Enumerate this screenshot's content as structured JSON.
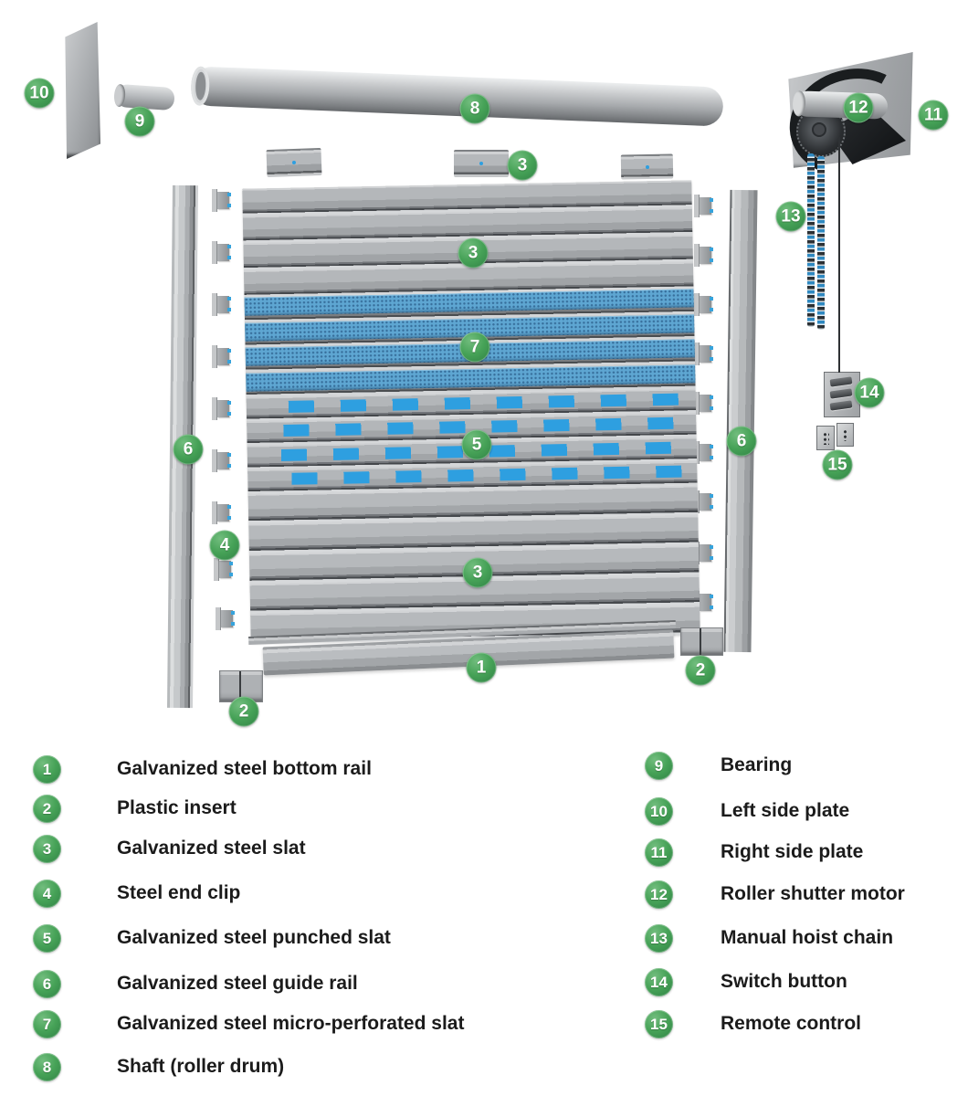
{
  "diagram": {
    "callouts": [
      {
        "part": "left-side-plate",
        "num": "10"
      },
      {
        "part": "bearing",
        "num": "9"
      },
      {
        "part": "shaft",
        "num": "8"
      },
      {
        "part": "slat-sample",
        "num": "3"
      },
      {
        "part": "slat-upper",
        "num": "3"
      },
      {
        "part": "micro-perforated-slat",
        "num": "7"
      },
      {
        "part": "punched-slat",
        "num": "5"
      },
      {
        "part": "slat-lower",
        "num": "3"
      },
      {
        "part": "end-clip",
        "num": "4"
      },
      {
        "part": "guide-rail-left",
        "num": "6"
      },
      {
        "part": "guide-rail-right",
        "num": "6"
      },
      {
        "part": "bottom-rail",
        "num": "1"
      },
      {
        "part": "plastic-insert-left",
        "num": "2"
      },
      {
        "part": "plastic-insert-right",
        "num": "2"
      },
      {
        "part": "roller-shutter-motor",
        "num": "12"
      },
      {
        "part": "right-side-plate",
        "num": "11"
      },
      {
        "part": "manual-hoist-chain",
        "num": "13"
      },
      {
        "part": "switch-button",
        "num": "14"
      },
      {
        "part": "remote-control",
        "num": "15"
      }
    ]
  },
  "legend": {
    "left": [
      {
        "num": "1",
        "label": "Galvanized steel bottom rail"
      },
      {
        "num": "2",
        "label": "Plastic insert"
      },
      {
        "num": "3",
        "label": "Galvanized steel slat"
      },
      {
        "num": "4",
        "label": "Steel end clip"
      },
      {
        "num": "5",
        "label": "Galvanized steel punched slat"
      },
      {
        "num": "6",
        "label": "Galvanized steel guide rail"
      },
      {
        "num": "7",
        "label": "Galvanized steel micro-perforated slat"
      },
      {
        "num": "8",
        "label": "Shaft (roller drum)"
      }
    ],
    "right": [
      {
        "num": "9",
        "label": "Bearing"
      },
      {
        "num": "10",
        "label": "Left side plate"
      },
      {
        "num": "11",
        "label": "Right side plate"
      },
      {
        "num": "12",
        "label": "Roller shutter motor"
      },
      {
        "num": "13",
        "label": "Manual hoist chain"
      },
      {
        "num": "14",
        "label": "Switch button"
      },
      {
        "num": "15",
        "label": "Remote control"
      }
    ]
  },
  "colors": {
    "badge_green": "#46a257",
    "slat_gray": "#b0b3b6",
    "perforated_blue": "#5ea6d2",
    "punched_blue": "#2e9fe0",
    "chain_blue": "#2f89c1"
  }
}
